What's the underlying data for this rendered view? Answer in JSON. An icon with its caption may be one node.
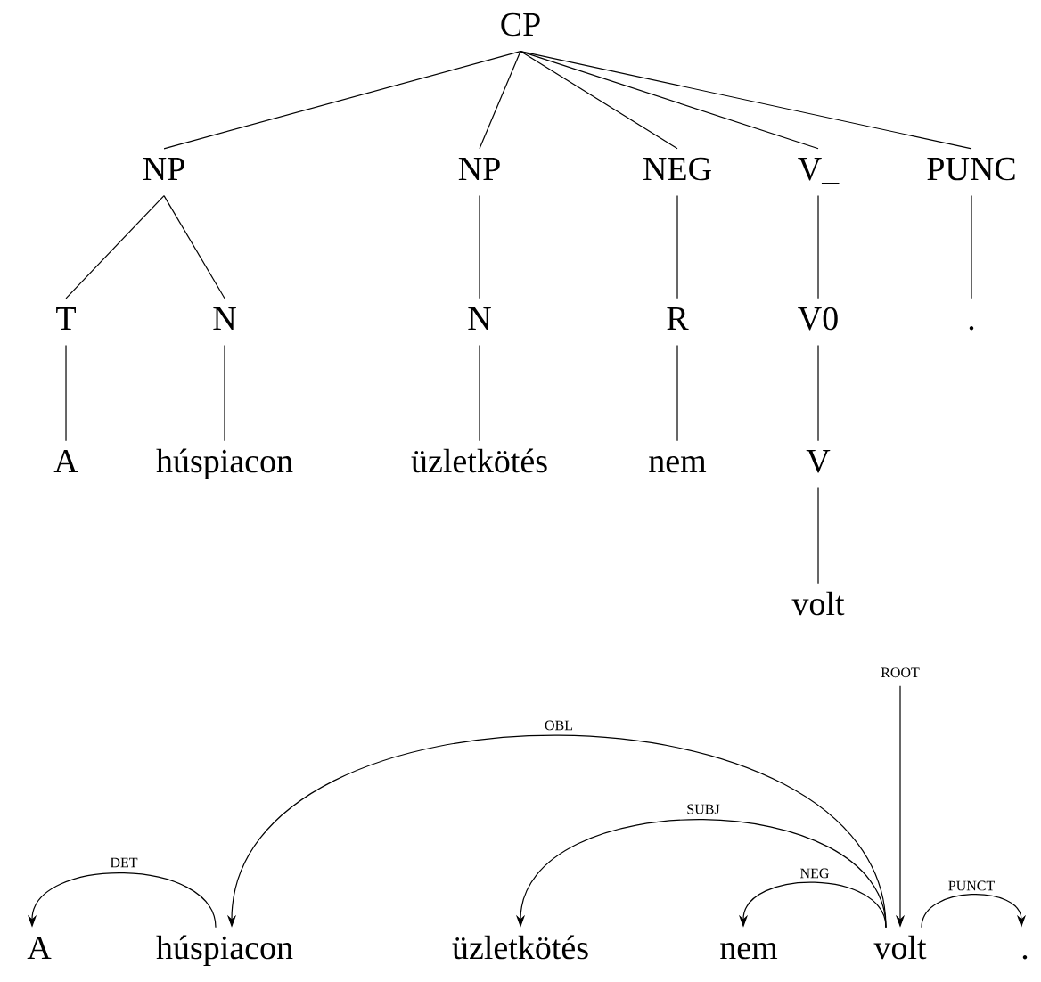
{
  "diagram": {
    "nodes": [
      {
        "text": [
          "CP"
        ]
      },
      {
        "text": [
          "NP"
        ]
      },
      {
        "text": [
          "NP"
        ]
      },
      {
        "text": [
          "NEG"
        ]
      },
      {
        "text": [
          "V_"
        ]
      },
      {
        "text": [
          "PUNC"
        ]
      },
      {
        "text": [
          "T"
        ]
      },
      {
        "text": [
          "N"
        ]
      },
      {
        "text": [
          "N"
        ]
      },
      {
        "text": [
          "R"
        ]
      },
      {
        "text": [
          "V0"
        ]
      },
      {
        "text": [
          "."
        ]
      },
      {
        "text": [
          "A"
        ]
      },
      {
        "text": [
          "húspiacon"
        ]
      },
      {
        "text": [
          "üzletkötés"
        ]
      },
      {
        "text": [
          "nem"
        ]
      },
      {
        "text": [
          "V"
        ]
      },
      {
        "text": [
          "volt"
        ]
      },
      {
        "text": [
          "ROOT"
        ]
      },
      {
        "text": [
          "A"
        ]
      },
      {
        "text": [
          "húspiacon"
        ]
      },
      {
        "text": [
          "üzletkötés"
        ]
      },
      {
        "text": [
          "nem"
        ]
      },
      {
        "text": [
          "volt"
        ]
      },
      {
        "text": [
          "."
        ]
      }
    ],
    "edges": [
      {
        "from": 0,
        "to": 1,
        "arrow": "none"
      },
      {
        "from": 0,
        "to": 2,
        "arrow": "none"
      },
      {
        "from": 0,
        "to": 3,
        "arrow": "none"
      },
      {
        "from": 0,
        "to": 4,
        "arrow": "none"
      },
      {
        "from": 0,
        "to": 5,
        "arrow": "none"
      },
      {
        "from": 1,
        "to": 6,
        "arrow": "none"
      },
      {
        "from": 1,
        "to": 7,
        "arrow": "none"
      },
      {
        "from": 2,
        "to": 8,
        "arrow": "none"
      },
      {
        "from": 3,
        "to": 9,
        "arrow": "none"
      },
      {
        "from": 4,
        "to": 10,
        "arrow": "none"
      },
      {
        "from": 5,
        "to": 11,
        "arrow": "none"
      },
      {
        "from": 6,
        "to": 12,
        "arrow": "none"
      },
      {
        "from": 7,
        "to": 13,
        "arrow": "none"
      },
      {
        "from": 8,
        "to": 14,
        "arrow": "none"
      },
      {
        "from": 9,
        "to": 15,
        "arrow": "none"
      },
      {
        "from": 10,
        "to": 16,
        "arrow": "none"
      },
      {
        "from": 16,
        "to": 17,
        "arrow": "none"
      },
      {
        "from": 20,
        "to": 19,
        "arrow": "to",
        "label": "DET"
      },
      {
        "from": 23,
        "to": 20,
        "arrow": "to",
        "label": "OBL"
      },
      {
        "from": 23,
        "to": 21,
        "arrow": "to",
        "label": "SUBJ"
      },
      {
        "from": 23,
        "to": 22,
        "arrow": "to",
        "label": "NEG"
      },
      {
        "from": 18,
        "to": 23,
        "arrow": "to"
      },
      {
        "from": 23,
        "to": 24,
        "arrow": "to",
        "label": "PUNCT"
      }
    ]
  }
}
